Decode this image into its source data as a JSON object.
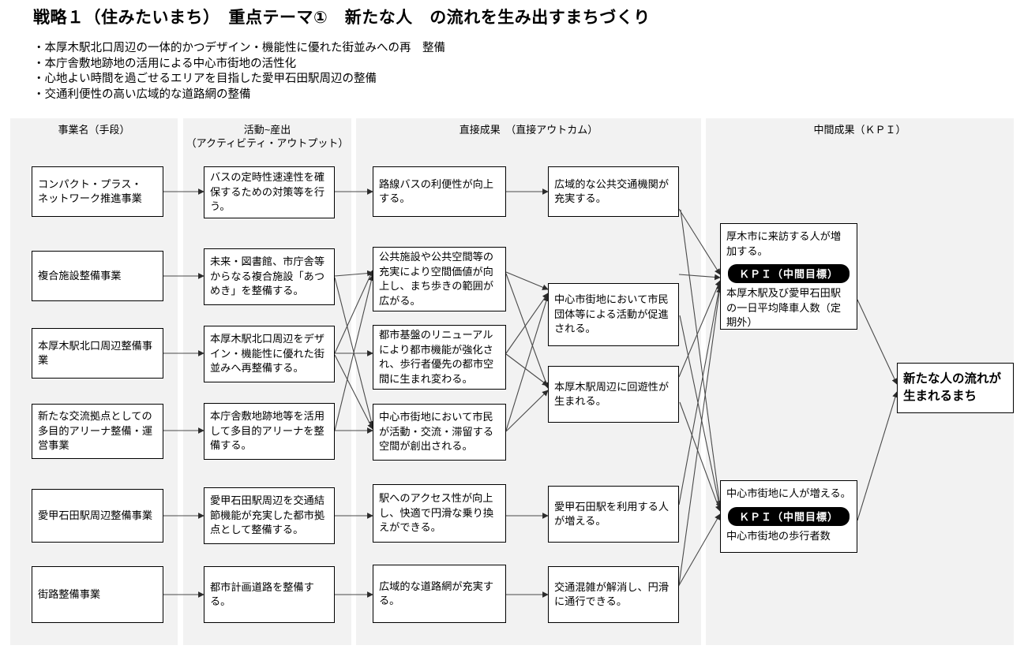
{
  "header": {
    "title": "戦略１（住みたいまち）　重点テーマ①　新たな人　の流れを生み出すまちづくり",
    "bullets": [
      "・本厚木駅北口周辺の一体的かつデザイン・機能性に優れた街並みへの再　整備",
      "・本庁舎敷地跡地の活用による中心市街地の活性化",
      "・心地よい時間を過ごせるエリアを目指した愛甲石田駅周辺の整備",
      "・交通利便性の高い広域的な道路網の整備"
    ]
  },
  "columns": [
    {
      "id": "means",
      "title": "事業名（手段）"
    },
    {
      "id": "activity",
      "title": "活動~産出\n（アクティビティ・アウトプット）"
    },
    {
      "id": "outcome",
      "title": "直接成果　（直接アウトカム）"
    },
    {
      "id": "kpi",
      "title": "中間成果（ＫＰＩ）"
    }
  ],
  "nodes": {
    "means": [
      {
        "id": "m1",
        "text": "コンパクト・プラス・\nネットワーク推進事業"
      },
      {
        "id": "m2",
        "text": "複合施設整備事業"
      },
      {
        "id": "m3",
        "text": "本厚木駅北口周辺整備事\n業"
      },
      {
        "id": "m4",
        "text": "新たな交流拠点としての\n多目的アリーナ整備・運\n営事業"
      },
      {
        "id": "m5",
        "text": "愛甲石田駅周辺整備事業"
      },
      {
        "id": "m6",
        "text": "街路整備事業"
      }
    ],
    "activity": [
      {
        "id": "a1",
        "text": "バスの定時性速達性を確\n保するための対策等を行\nう。"
      },
      {
        "id": "a2",
        "text": "未来・図書館、市庁舎等\nからなる複合施設「あつ\nめき」を整備する。"
      },
      {
        "id": "a3",
        "text": "本厚木駅北口周辺をデザ\nイン・機能性に優れた街\n並みへ再整備する。"
      },
      {
        "id": "a4",
        "text": "本庁舎敷地跡地等を活用\nして多目的アリーナを整\n備する。"
      },
      {
        "id": "a5",
        "text": "愛甲石田駅周辺を交通結\n節機能が充実した都市拠\n点として整備する。"
      },
      {
        "id": "a6",
        "text": "都市計画道路を整備する。"
      }
    ],
    "outcome": [
      {
        "id": "o1",
        "text": "路線バスの利便性が向上\nする。"
      },
      {
        "id": "o2",
        "text": "公共施設や公共空間等の\n充実により空間価値が向\n上し、まち歩きの範囲が\n広がる。"
      },
      {
        "id": "o3",
        "text": "都市基盤のリニューアル\nにより都市機能が強化さ\nれ、歩行者優先の都市空\n間に生まれ変わる。"
      },
      {
        "id": "o4",
        "text": "中心市街地において市民\nが活動・交流・滞留する\n空間が創出される。"
      },
      {
        "id": "o5",
        "text": "駅へのアクセス性が向上\nし、快適で円滑な乗り換\nえができる。"
      },
      {
        "id": "o6",
        "text": "広域的な道路網が充実す\nる。"
      }
    ],
    "outcome2": [
      {
        "id": "p1",
        "text": "広域的な公共交通機関が\n充実する。"
      },
      {
        "id": "p2",
        "text": "中心市街地において市民\n団体等による活動が促進\nされる。"
      },
      {
        "id": "p3",
        "text": "本厚木駅周辺に回遊性が\n生まれる。"
      },
      {
        "id": "p4",
        "text": "愛甲石田駅を利用する人\nが増える。"
      },
      {
        "id": "p5",
        "text": "交通混雑が解消し、円滑\nに通行できる。"
      }
    ],
    "kpi": [
      {
        "id": "k1",
        "head": "厚木市に来訪する人が増\n加する。",
        "pill": "ＫＰＩ（中間目標）",
        "sub": "本厚木駅及び愛甲石田駅\nの一日平均降車人数（定\n期外）"
      },
      {
        "id": "k2",
        "head": "中心市街地に人が増える。",
        "pill": "ＫＰＩ（中間目標）",
        "sub": "中心市街地の歩行者数"
      }
    ],
    "goal": [
      {
        "id": "g1",
        "text": "新たな人の流れが\n生まれるまち"
      }
    ]
  },
  "colors": {
    "panel_background": "#f2f2f2",
    "page_background": "#ffffff",
    "node_border": "#000000",
    "node_fill": "#ffffff",
    "kpi_pill_fill": "#000000",
    "kpi_pill_text": "#ffffff",
    "connector": "#2b2b2b"
  }
}
